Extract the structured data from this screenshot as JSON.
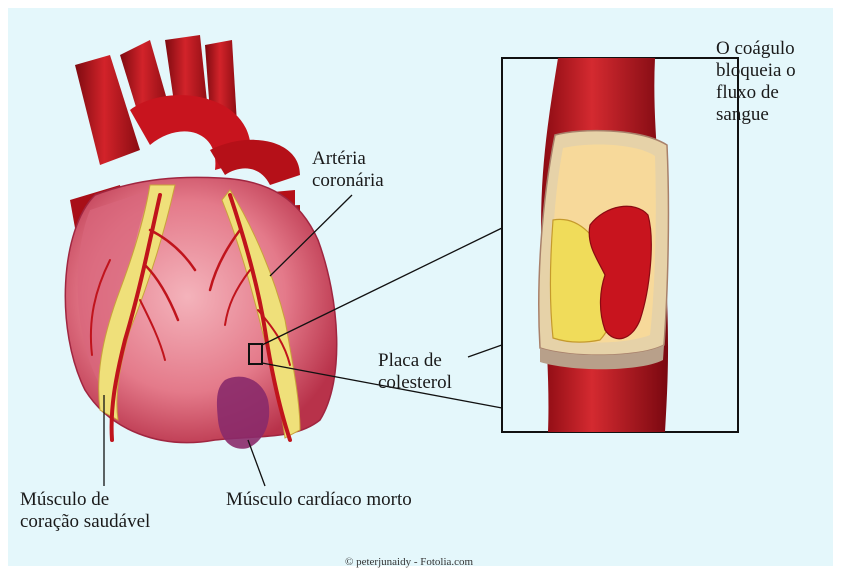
{
  "labels": {
    "artery": [
      "Artéria",
      "coronária"
    ],
    "clot": [
      "O coágulo",
      "bloqueia o",
      "fluxo de",
      "sangue"
    ],
    "plaque": [
      "Placa de",
      "colesterol"
    ],
    "healthy_muscle": [
      "Músculo de",
      "coração saudável"
    ],
    "dead_muscle": "Músculo cardíaco morto"
  },
  "credit": "© peterjunaidy - Fotolia.com",
  "colors": {
    "background": "#e4f7fb",
    "artery_red": "#c0141c",
    "heart_pink": "#e88a96",
    "plaque_yellow": "#f2e27a",
    "dead_tissue": "#8a2a6a"
  }
}
